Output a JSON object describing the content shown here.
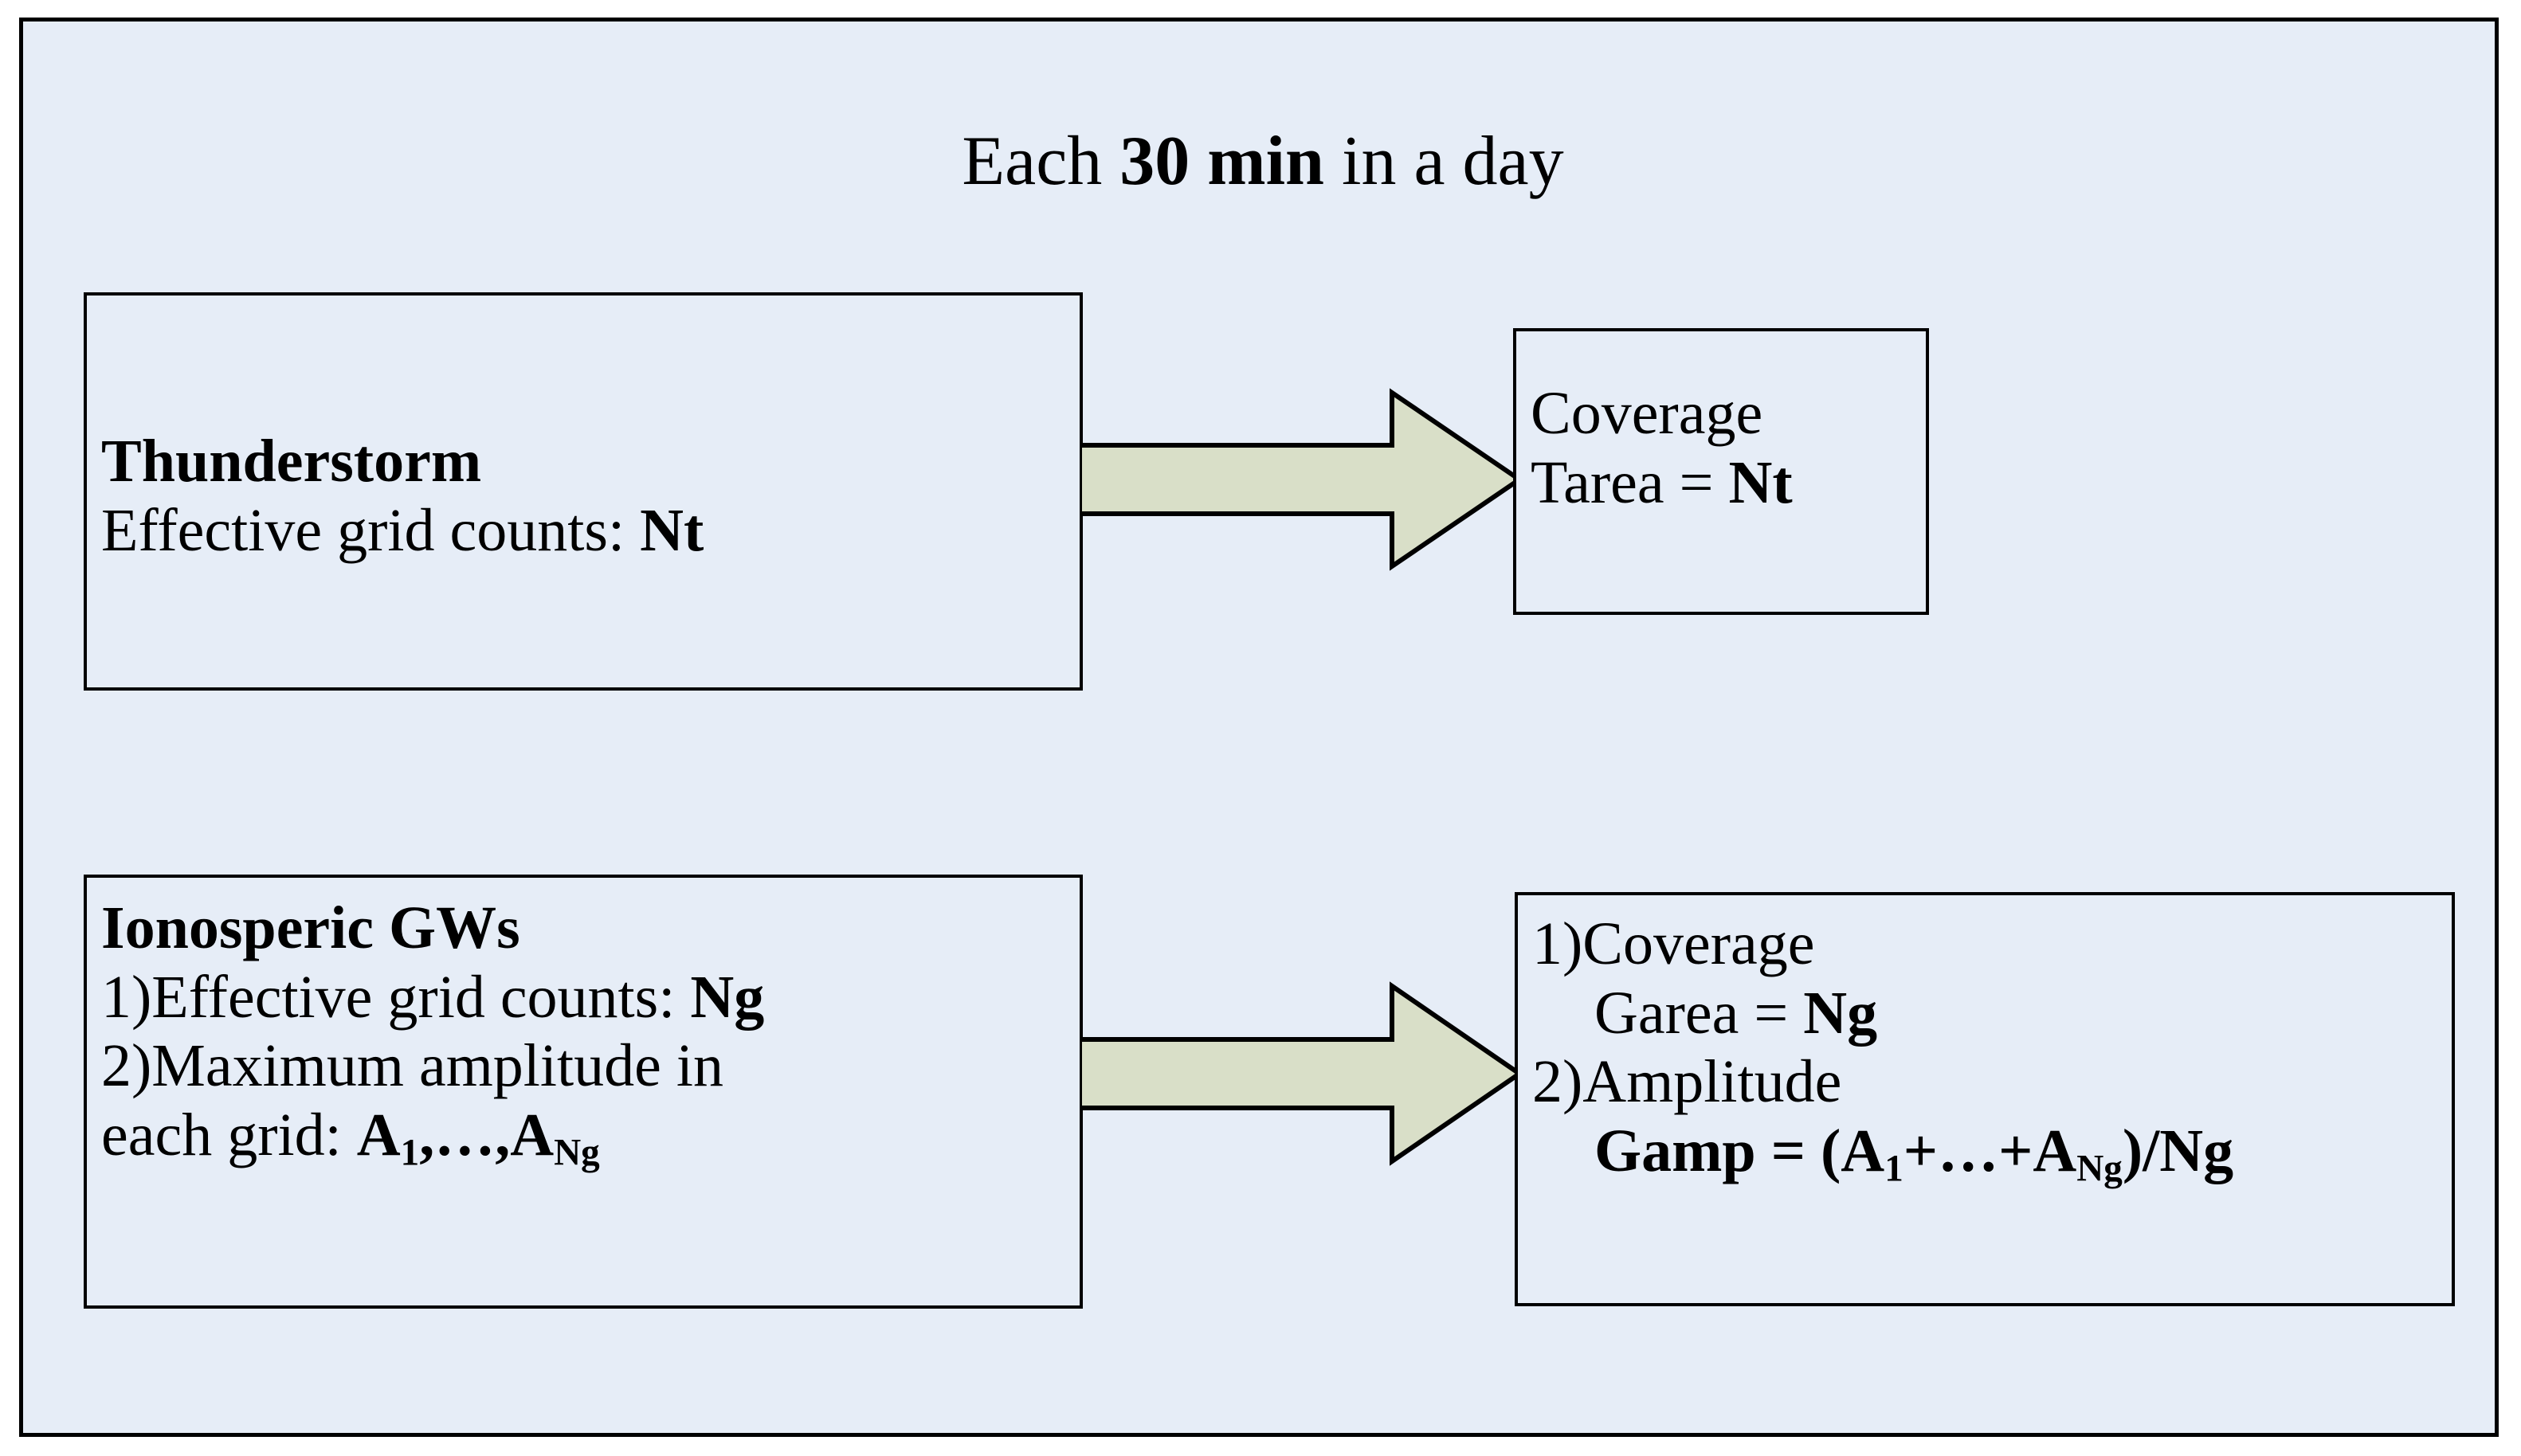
{
  "slide": {
    "title_prefix": "Each ",
    "title_bold": "30 min",
    "title_suffix": " in a day",
    "background_color": "#e6edf7",
    "frame_border_color": "#000000",
    "arrow_fill_color": "#d9dfc8",
    "arrow_border_color": "#000000",
    "text_color": "#000000"
  },
  "boxes": {
    "thunderstorm": {
      "heading": "Thunderstorm",
      "line1_prefix": "Effective grid counts: ",
      "line1_bold": "Nt"
    },
    "coverage": {
      "line1": "Coverage",
      "line2_prefix": "Tarea = ",
      "line2_bold": "Nt"
    },
    "gws": {
      "heading": "Ionosperic GWs",
      "line1_prefix": "1)Effective grid counts: ",
      "line1_bold": "Ng",
      "line2": "2)Maximum amplitude in",
      "line3_prefix": "each grid: ",
      "line3_bold_a1": "A",
      "line3_sub_1": "1",
      "line3_bold_mid": ",…,A",
      "line3_sub_ng": "Ng"
    },
    "results": {
      "line1": "1)Coverage",
      "line2_prefix": "Garea = ",
      "line2_bold": "Ng",
      "line3": "2)Amplitude",
      "line4_bold_pre": "Gamp = (A",
      "line4_sub_1": "1",
      "line4_bold_mid": "+…+A",
      "line4_sub_ng": "Ng",
      "line4_bold_post": ")/Ng"
    }
  },
  "arrows": {
    "top": {
      "name": "thunderstorm-to-coverage"
    },
    "bottom": {
      "name": "gws-to-results"
    }
  }
}
